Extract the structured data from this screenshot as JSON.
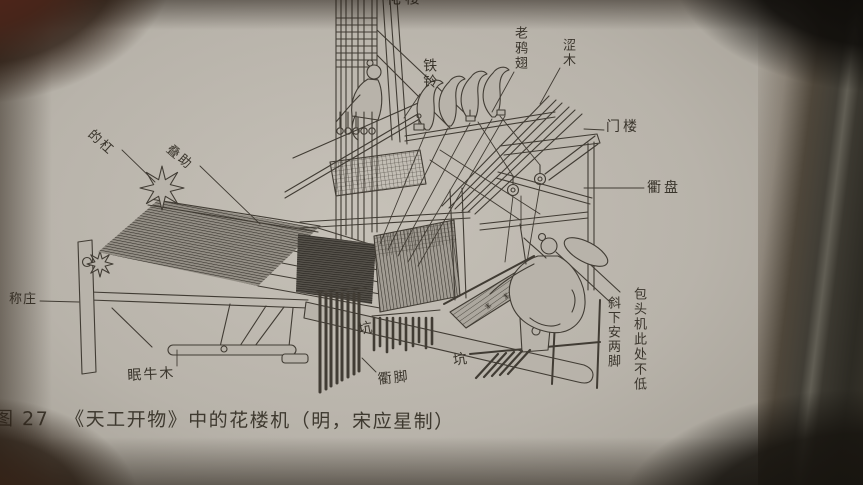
{
  "caption": {
    "figure_number": "图 27",
    "title": "《天工开物》中的花楼机（明，宋应星制）"
  },
  "labels": {
    "hualou": "花楼",
    "tieling": "铁铃",
    "laoyachi": "老鸦翅",
    "semu": "涩木",
    "menlou": "门楼",
    "qupan": "衢盘",
    "digang": "的杠",
    "diezhu": "叠助",
    "chengzhuang": "称庄",
    "mianniumu": "眠牛木",
    "keng_upper": "坑",
    "qujiao": "衢脚",
    "keng_lower": "坑",
    "note_slant": "斜下安两脚",
    "note_baotou": "包头机此处不低"
  },
  "colors": {
    "page": "#b8b3aa",
    "ink": "#413c34",
    "corner_shadow": "#58251a"
  }
}
